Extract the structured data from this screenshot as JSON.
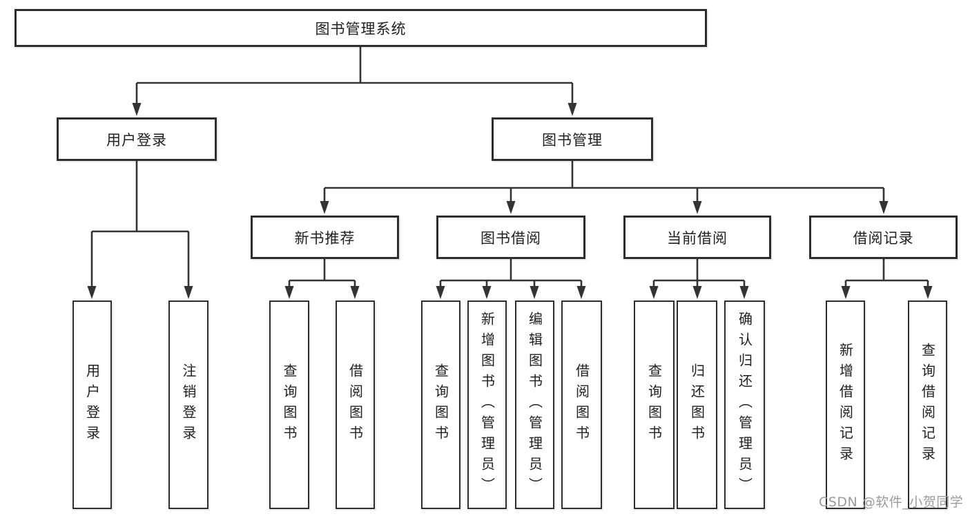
{
  "diagram": {
    "root": {
      "label": "图书管理系统"
    },
    "level1": [
      {
        "id": "user-login",
        "label": "用户登录"
      },
      {
        "id": "book-management",
        "label": "图书管理"
      }
    ],
    "level2": [
      {
        "id": "new-book-recommend",
        "label": "新书推荐",
        "parent": "book-management"
      },
      {
        "id": "book-borrow",
        "label": "图书借阅",
        "parent": "book-management"
      },
      {
        "id": "current-borrow",
        "label": "当前借阅",
        "parent": "book-management"
      },
      {
        "id": "borrow-records",
        "label": "借阅记录",
        "parent": "book-management"
      }
    ],
    "leaves": [
      {
        "id": "leaf-user-login",
        "label": "用户登录",
        "parent": "user-login"
      },
      {
        "id": "leaf-logout",
        "label": "注销登录",
        "parent": "user-login"
      },
      {
        "id": "leaf-query-books-recommend",
        "label": "查询图书",
        "parent": "new-book-recommend"
      },
      {
        "id": "leaf-borrow-books-recommend",
        "label": "借阅图书",
        "parent": "new-book-recommend"
      },
      {
        "id": "leaf-query-books-borrow",
        "label": "查询图书",
        "parent": "book-borrow"
      },
      {
        "id": "leaf-add-books-admin",
        "label": "新增图书（管理员）",
        "parent": "book-borrow"
      },
      {
        "id": "leaf-edit-books-admin",
        "label": "编辑图书（管理员）",
        "parent": "book-borrow"
      },
      {
        "id": "leaf-borrow-books",
        "label": "借阅图书",
        "parent": "book-borrow"
      },
      {
        "id": "leaf-query-books-current",
        "label": "查询图书",
        "parent": "current-borrow"
      },
      {
        "id": "leaf-return-books",
        "label": "归还图书",
        "parent": "current-borrow"
      },
      {
        "id": "leaf-confirm-return-admin",
        "label": "确认归还（管理员）",
        "parent": "current-borrow"
      },
      {
        "id": "leaf-add-borrow-record",
        "label": "新增借阅记录",
        "parent": "borrow-records"
      },
      {
        "id": "leaf-query-borrow-record",
        "label": "查询借阅记录",
        "parent": "borrow-records"
      }
    ]
  },
  "watermark": {
    "text": "CSDN @软件_小贺同学"
  },
  "colors": {
    "line": "#333333",
    "border": "#2d2d2d",
    "text": "#1f1f1f",
    "watermark": "#9b9b9b",
    "background": "#ffffff"
  }
}
